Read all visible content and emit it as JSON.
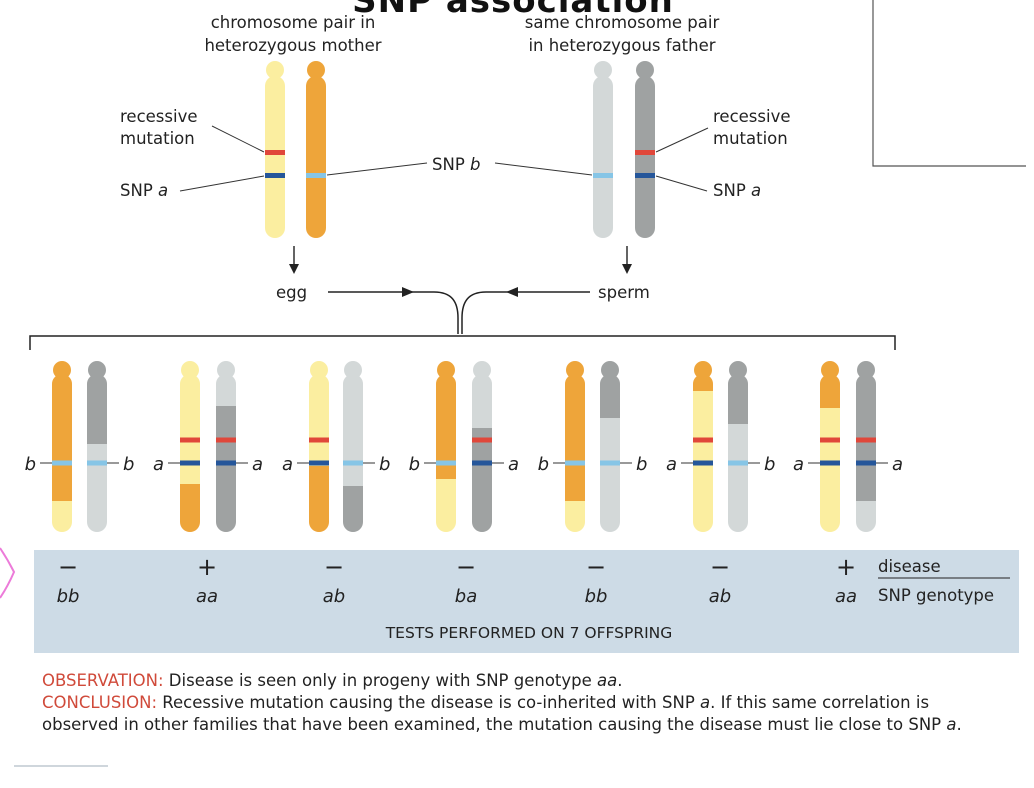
{
  "diagram": {
    "title": "SNP association",
    "mother_caption": [
      "chromosome pair in",
      "heterozygous mother"
    ],
    "father_caption": [
      "same chromosome pair",
      "in heterozygous father"
    ],
    "labels": {
      "recessive_mutation": [
        "recessive",
        "mutation"
      ],
      "snp_a_prefix": "SNP ",
      "snp_a_var": "a",
      "snp_b_prefix": "SNP ",
      "snp_b_var": "b",
      "egg": "egg",
      "sperm": "sperm"
    },
    "offspring": [
      {
        "left_label": "b",
        "right_label": "b",
        "disease": "−",
        "genotype": "bb"
      },
      {
        "left_label": "a",
        "right_label": "a",
        "disease": "+",
        "genotype": "aa"
      },
      {
        "left_label": "a",
        "right_label": "b",
        "disease": "−",
        "genotype": "ab"
      },
      {
        "left_label": "b",
        "right_label": "a",
        "disease": "−",
        "genotype": "ba"
      },
      {
        "left_label": "b",
        "right_label": "b",
        "disease": "−",
        "genotype": "bb"
      },
      {
        "left_label": "a",
        "right_label": "b",
        "disease": "−",
        "genotype": "ab"
      },
      {
        "left_label": "a",
        "right_label": "a",
        "disease": "+",
        "genotype": "aa"
      }
    ],
    "table": {
      "disease_label": "disease",
      "genotype_label": "SNP genotype",
      "footer": "TESTS PERFORMED ON 7 OFFSPRING"
    },
    "observation_key": "OBSERVATION:",
    "observation_text": " Disease is seen only in progeny with SNP genotype ",
    "observation_var": "aa",
    "observation_end": ".",
    "conclusion_key": "CONCLUSION:",
    "conclusion_text_1": "  Recessive mutation causing the disease is co-inherited with SNP ",
    "conclusion_var_1": "a",
    "conclusion_text_2": ". If this same correlation is observed in other families that have been examined, the mutation causing the disease must lie close to SNP ",
    "conclusion_var_2": "a",
    "conclusion_end": "."
  },
  "colors": {
    "pale_yellow": "#fbeea0",
    "orange": "#eea53a",
    "light_gray": "#d3d8d8",
    "dark_gray": "#9fa2a2",
    "red_band": "#e0473a",
    "dark_blue_band": "#25569a",
    "light_blue_band": "#86c5e6",
    "table_bg": "#cddbe6",
    "annotation_pink": "#ec7bd9",
    "accent_red_text": "#d04a3a"
  }
}
